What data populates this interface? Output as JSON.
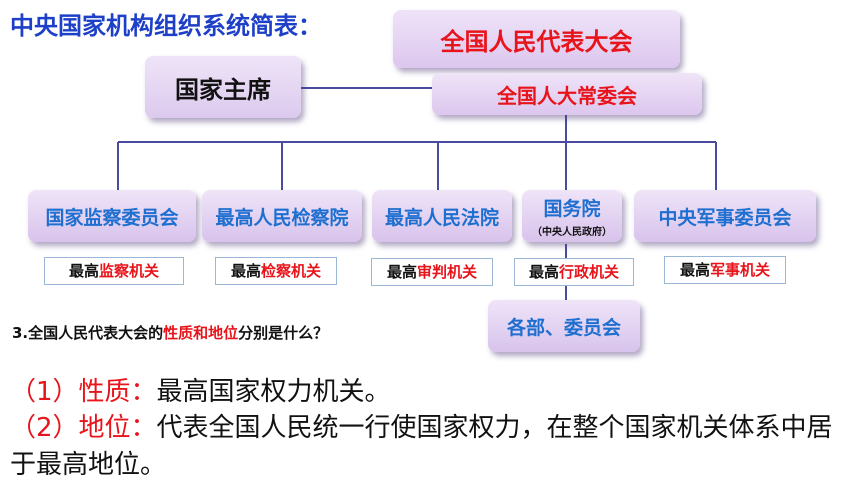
{
  "page_title": "中央国家机构组织系统简表：",
  "npc": "全国人民代表大会",
  "npc_standing": "全国人大常委会",
  "president": "国家主席",
  "organs": [
    {
      "name": "国家监察委员会",
      "sub": "",
      "tag_prefix": "最高",
      "tag_highlight": "监察机关"
    },
    {
      "name": "最高人民检察院",
      "sub": "",
      "tag_prefix": "最高",
      "tag_highlight": "检察机关"
    },
    {
      "name": "最高人民法院",
      "sub": "",
      "tag_prefix": "最高",
      "tag_highlight": "审判机关"
    },
    {
      "name": "国务院",
      "sub": "（中央人民政府）",
      "tag_prefix": "最高",
      "tag_highlight": "行政机关"
    },
    {
      "name": "中央军事委员会",
      "sub": "",
      "tag_prefix": "最高",
      "tag_highlight": "军事机关"
    }
  ],
  "ministries": "各部、委员会",
  "question": {
    "prefix": "3.全国人民代表大会的",
    "highlight": "性质和地位",
    "suffix": "分别是什么？"
  },
  "answers": [
    {
      "label": "（1）性质：",
      "text": "最高国家权力机关。"
    },
    {
      "label": "（2）地位：",
      "text": "代表全国人民统一行使国家权力，在整个国家机关体系中居于最高地位。"
    }
  ],
  "colors": {
    "title": "#1e40c8",
    "red": "#e8141b",
    "blue": "#1e6fd0",
    "line": "#4a4aa0"
  }
}
